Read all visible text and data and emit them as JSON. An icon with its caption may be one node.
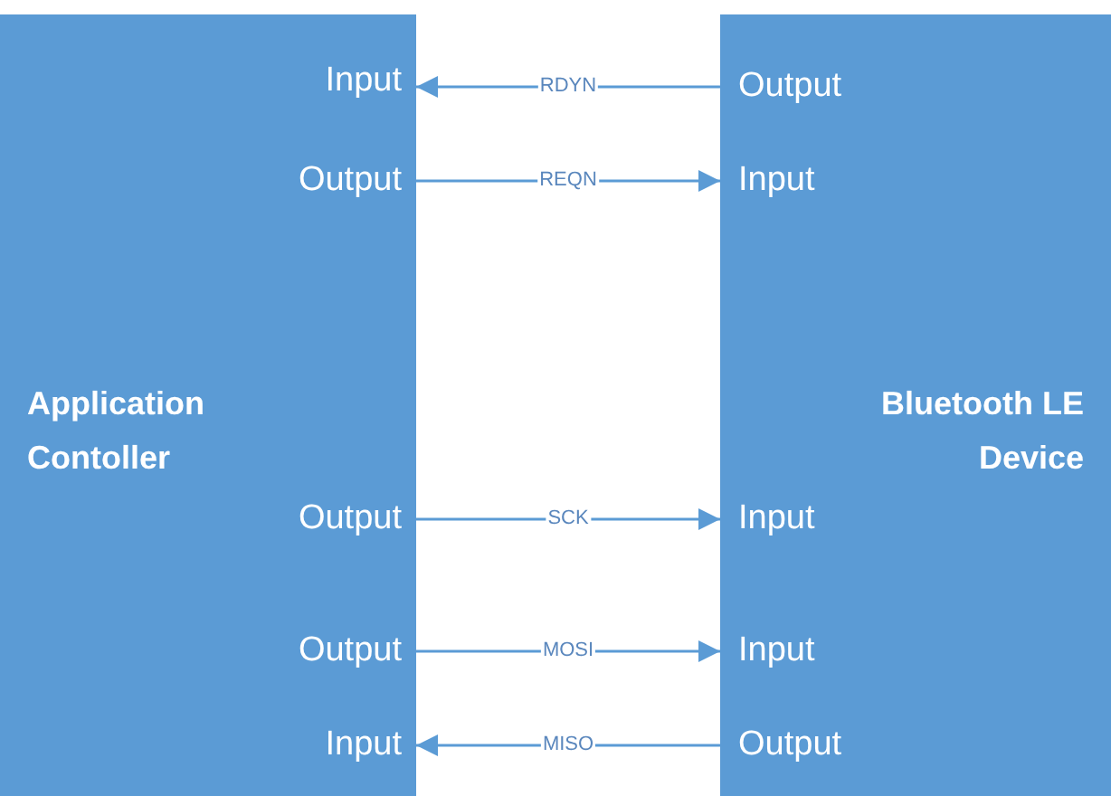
{
  "diagram": {
    "nodes": [
      {
        "text": [
          "Application Contoller"
        ]
      },
      {
        "text": [
          "Input"
        ],
        "in": 0
      },
      {
        "text": [
          "Output"
        ],
        "in": 0
      },
      {
        "text": [
          "Output"
        ],
        "in": 0
      },
      {
        "text": [
          "Output"
        ],
        "in": 0
      },
      {
        "text": [
          "Input"
        ],
        "in": 0
      },
      {
        "text": [
          "Bluetooth LE Device"
        ]
      },
      {
        "text": [
          "Output"
        ],
        "in": 6
      },
      {
        "text": [
          "Input"
        ],
        "in": 6
      },
      {
        "text": [
          "Input"
        ],
        "in": 6
      },
      {
        "text": [
          "Input"
        ],
        "in": 6
      },
      {
        "text": [
          "Output"
        ],
        "in": 6
      }
    ],
    "edges": [
      {
        "from": 7,
        "to": 1,
        "arrow": "to",
        "label": "RDYN"
      },
      {
        "from": 2,
        "to": 8,
        "arrow": "to",
        "label": "REQN"
      },
      {
        "from": 3,
        "to": 9,
        "arrow": "to",
        "label": "SCK"
      },
      {
        "from": 4,
        "to": 10,
        "arrow": "to",
        "label": "MOSI"
      },
      {
        "from": 11,
        "to": 5,
        "arrow": "to",
        "label": "MISO"
      }
    ]
  }
}
